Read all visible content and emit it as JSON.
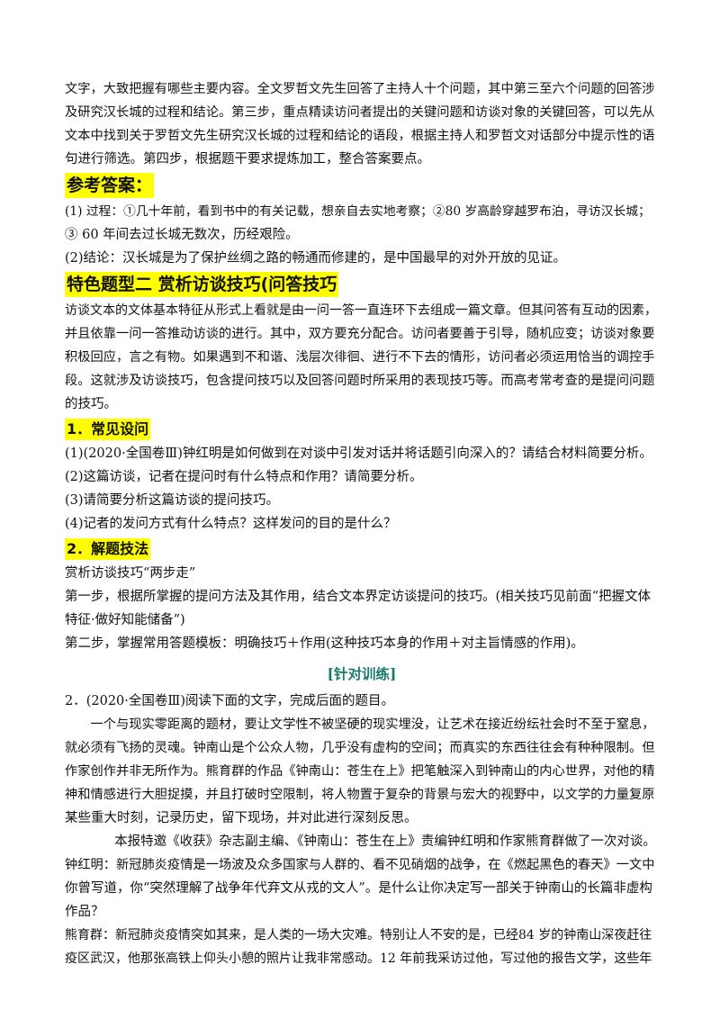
{
  "intro": {
    "lines": [
      "文字，大致把握有哪些主要内容。全文罗哲文先生回答了主持人十个问题，其中第三至六个问题的回答涉",
      "及研究汉长城的过程和结论。第三步，重点精读访问者提出的关键问题和访谈对象的关键回答，可以先从",
      "文本中找到关于罗哲文先生研究汉长城的过程和结论的语段，根据主持人和罗哲文对话部分中提示性的语",
      "句进行筛选。第四步，根据题干要求提炼加工，整合答案要点。"
    ]
  },
  "answer": {
    "heading": "参考答案：",
    "items": [
      "(1)  过程：①几十年前，看到书中的有关记载，想亲自去实地考察；②80 岁高龄穿越罗布泊，寻访汉长城；",
      "③ 60 年间去过长城无数次，历经艰险。",
      "(2)结论：汉长城是为了保护丝绸之路的畅通而修建的，是中国最早的对外开放的见证。"
    ]
  },
  "section": {
    "heading": "特色题型二   赏析访谈技巧(问答技巧",
    "paragraph_lines": [
      "访谈文本的文体基本特征从形式上看就是由一问一答一直连环下去组成一篇文章。但其问答有互动的因素，",
      "并且依靠一问一答推动访谈的进行。其中，双方要充分配合。访问者要善于引导，随机应变；访谈对象要",
      "积极回应，言之有物。如果遇到不和谐、浅层次徘徊、进行不下去的情形，访问者必须运用恰当的调控手",
      "段。这就涉及访谈技巧，包含提问技巧以及回答问题时所采用的表现技巧等。而高考常考查的是提问问题",
      "的技巧。"
    ]
  },
  "common": {
    "heading": "1．常见设问",
    "items": [
      "(1)(2020·全国卷Ⅲ)钟红明是如何做到在对谈中引发对话并将话题引向深入的？请结合材料简要分析。",
      "(2)这篇访谈，记者在提问时有什么特点和作用？请简要分析。",
      "(3)请简要分析这篇访谈的提问技巧。",
      "(4)记者的发问方式有什么特点？这样发问的目的是什么？"
    ]
  },
  "method": {
    "heading": "2．解题技法",
    "lines": [
      "赏析访谈技巧“两步走”",
      "第一步，根据所掌握的提问方法及其作用，结合文本界定访谈提问的技巧。(相关技巧见前面“把握文体",
      "特征·做好知能储备”)",
      "第二步，掌握常用答题模板：明确技巧＋作用(这种技巧本身的作用＋对主旨情感的作用)。"
    ]
  },
  "training": {
    "title": "[针对训练]",
    "question": "2．(2020·全国卷Ⅲ)阅读下面的文字，完成后面的题目。",
    "passage_lines": [
      "一个与现实零距离的题材，要让文学性不被坚硬的现实埋没，让艺术在接近纷纭社会时不至于窒息，",
      "就必须有飞扬的灵魂。钟南山是个公众人物，几乎没有虚构的空间；而真实的东西往往会有种种限制。但",
      "作家创作并非无所作为。熊育群的作品《钟南山：苍生在上》把笔触深入到钟南山的内心世界，对他的精",
      "神和情感进行大胆捉摸，并且打破时空限制，将人物置于复杂的背景与宏大的视野中，以文学的力量复原",
      "某些重大时刻，记录历史，留下现场，并对此进行深刻反思。"
    ],
    "intro_line": "本报特邀《收获》杂志副主编、《钟南山：苍生在上》责编钟红明和作家熊育群做了一次对谈。",
    "dialog_lines": [
      "钟红明：新冠肺炎疫情是一场波及众多国家与人群的、看不见硝烟的战争，在《燃起黑色的春天》一文中",
      "你曾写道，你“突然理解了战争年代弃文从戎的文人”。是什么让你决定写一部关于钟南山的长篇非虚构",
      "作品？",
      "熊育群：新冠肺炎疫情突如其来，是人类的一场大灾难。特别让人不安的是，已经84 岁的钟南山深夜赶往",
      "疫区武汉，他那张高铁上仰头小憩的照片让我非常感动。12 年前我采访过他，写过他的报告文学，这些年"
    ]
  }
}
